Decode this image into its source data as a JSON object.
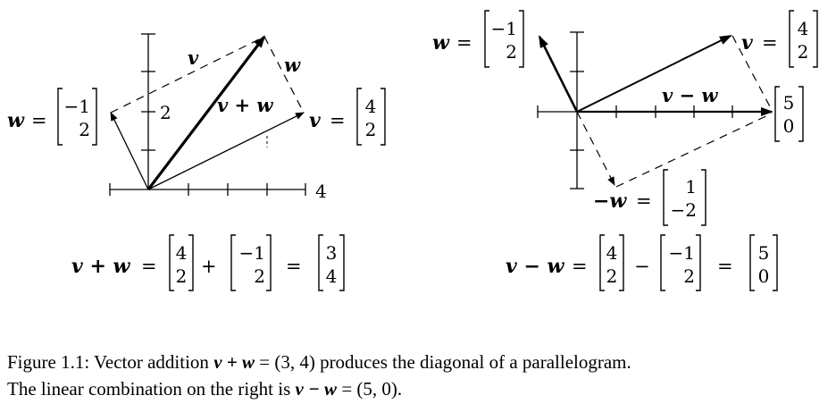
{
  "left_figure": {
    "label_v": "v",
    "label_w": "w",
    "label_sum": "v + w",
    "w_name": "w",
    "v_name": "v",
    "eq": "=",
    "w_vec": [
      "−1",
      "2"
    ],
    "v_vec": [
      "4",
      "2"
    ],
    "tick_2": "2",
    "tick_4": "4",
    "equation": {
      "lhs": "v + w",
      "eq": "=",
      "plus": "+",
      "a": [
        "4",
        "2"
      ],
      "b": [
        "−1",
        "2"
      ],
      "c": [
        "3",
        "4"
      ]
    }
  },
  "right_figure": {
    "w_name": "w",
    "v_name": "v",
    "neg_w_name": "−w",
    "diff_label": "v − w",
    "eq": "=",
    "w_vec": [
      "−1",
      "2"
    ],
    "v_vec": [
      "4",
      "2"
    ],
    "diff_vec": [
      "5",
      "0"
    ],
    "neg_w_vec": [
      "1",
      "−2"
    ],
    "equation": {
      "lhs": "v − w",
      "eq": "=",
      "minus": "−",
      "a": [
        "4",
        "2"
      ],
      "b": [
        "−1",
        "2"
      ],
      "c": [
        "5",
        "0"
      ]
    }
  },
  "caption": {
    "fig_label": "Figure 1.1:",
    "t1": " Vector addition ",
    "m1": "v + w",
    "t2": " = (3, 4) produces the diagonal of a parallelogram.",
    "t3": "The linear combination on the right is ",
    "m2": "v − w",
    "t4": " = (5, 0)."
  }
}
